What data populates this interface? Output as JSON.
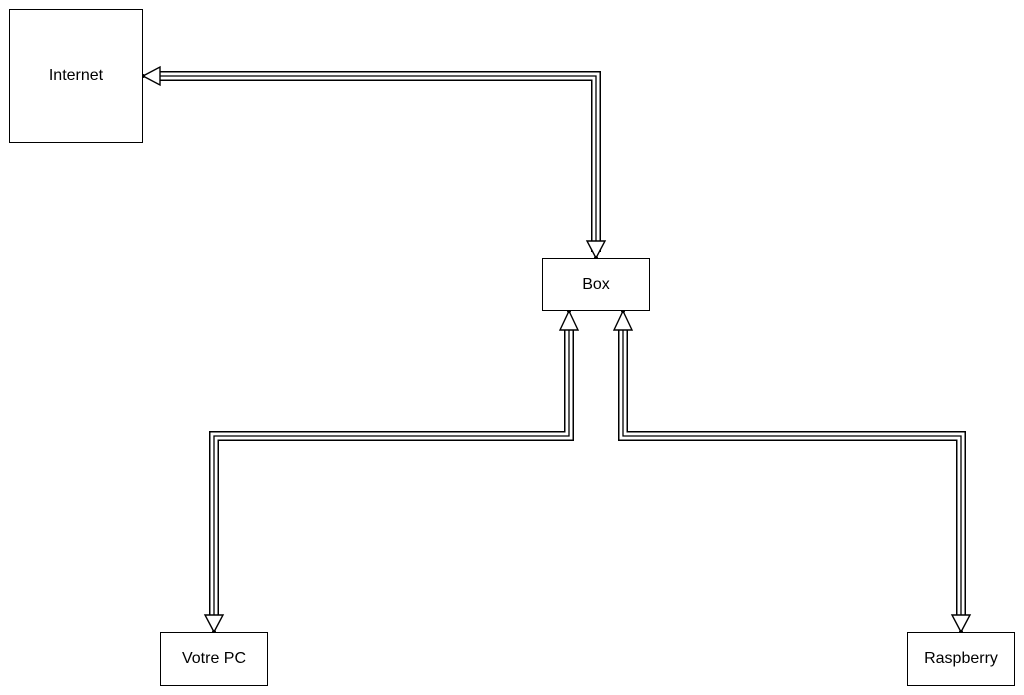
{
  "diagram": {
    "nodes": [
      {
        "id": "internet",
        "label": "Internet"
      },
      {
        "id": "box",
        "label": "Box"
      },
      {
        "id": "votre-pc",
        "label": "Votre PC"
      },
      {
        "id": "raspberry",
        "label": "Raspberry"
      }
    ],
    "edges": [
      {
        "from": "box",
        "to": "internet",
        "style": "double-arrow"
      },
      {
        "from": "box",
        "to": "votre-pc",
        "style": "double-arrow"
      },
      {
        "from": "box",
        "to": "raspberry",
        "style": "double-arrow"
      }
    ],
    "colors": {
      "stroke": "#000000",
      "fill": "#ffffff",
      "text": "#000000"
    }
  }
}
